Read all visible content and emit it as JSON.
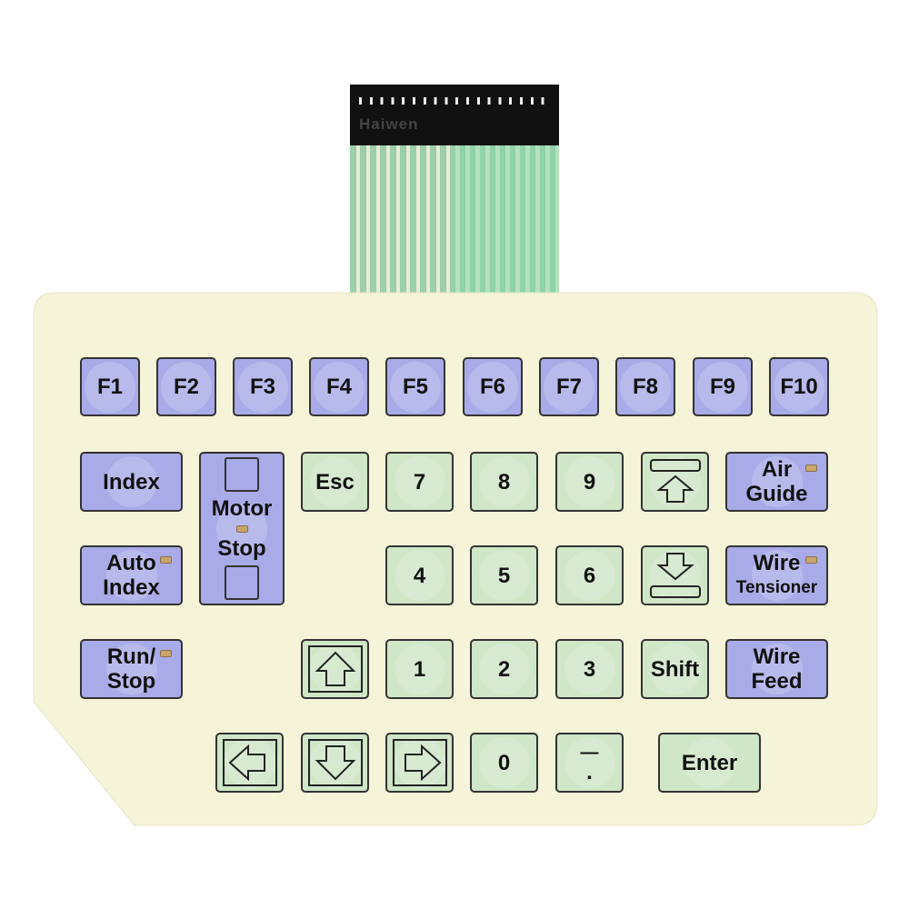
{
  "connector": {
    "brand": "Haiwen"
  },
  "function_keys": [
    "F1",
    "F2",
    "F3",
    "F4",
    "F5",
    "F6",
    "F7",
    "F8",
    "F9",
    "F10"
  ],
  "keys": {
    "index": "Index",
    "motor": "Motor",
    "stop": "Stop",
    "esc": "Esc",
    "n7": "7",
    "n8": "8",
    "n9": "9",
    "n4": "4",
    "n5": "5",
    "n6": "6",
    "n1": "1",
    "n2": "2",
    "n3": "3",
    "n0": "0",
    "air1": "Air",
    "air2": "Guide",
    "auto1": "Auto",
    "auto2": "Index",
    "wt1": "Wire",
    "wt2": "Tensioner",
    "run1": "Run/",
    "run2": "Stop",
    "shift": "Shift",
    "wf1": "Wire",
    "wf2": "Feed",
    "enter": "Enter",
    "minus": "—",
    "dot": "."
  },
  "colors": {
    "panel": "#f6f4d8",
    "blue_key": "#a9abe8",
    "green_key": "#cfe6c7"
  }
}
